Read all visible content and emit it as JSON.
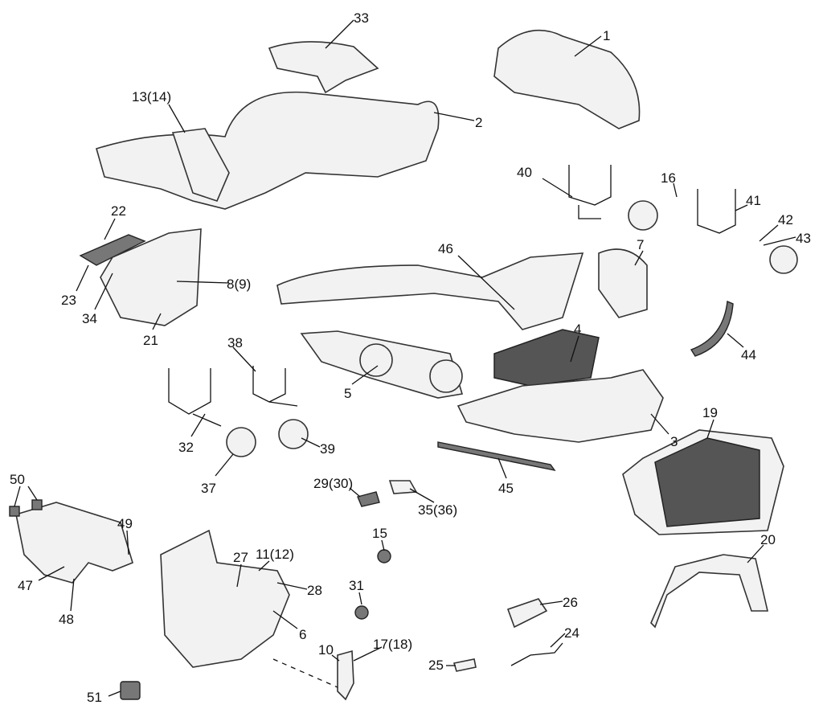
{
  "diagram": {
    "labels": {
      "p33": "33",
      "p1": "1",
      "p2": "2",
      "p13": "13(14)",
      "p40": "40",
      "p16": "16",
      "p41": "41",
      "p42": "42",
      "p43": "43",
      "p22": "22",
      "p46": "46",
      "p7": "7",
      "p8": "8(9)",
      "p23": "23",
      "p34": "34",
      "p21": "21",
      "p44": "44",
      "p4": "4",
      "p38": "38",
      "p5": "5",
      "p3": "3",
      "p19": "19",
      "p32": "32",
      "p39": "39",
      "p37": "37",
      "p45": "45",
      "p29": "29(30)",
      "p35": "35(36)",
      "p50": "50",
      "p49": "49",
      "p15": "15",
      "p20": "20",
      "p11": "11(12)",
      "p27": "27",
      "p28": "28",
      "p47": "47",
      "p31": "31",
      "p26": "26",
      "p48": "48",
      "p6": "6",
      "p24": "24",
      "p10": "10",
      "p17": "17(18)",
      "p25": "25",
      "p51": "51"
    }
  }
}
